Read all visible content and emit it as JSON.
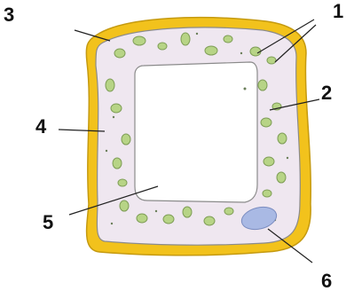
{
  "labels": {
    "l1": "1",
    "l2": "2",
    "l3": "3",
    "l4": "4",
    "l5": "5",
    "l6": "6"
  },
  "colors": {
    "cell_wall": "#f2c21c",
    "cell_wall_edge": "#c59a10",
    "cytoplasm": "#efe7f0",
    "membrane": "#8b8b8b",
    "vacuole": "#ffffff",
    "chloroplast": "#b7d486",
    "chloroplast_edge": "#7f9e57",
    "nucleus": "#a9b9e4",
    "leader_line": "#222222"
  },
  "icons": {
    "cell": "plant-cell-illustration"
  }
}
